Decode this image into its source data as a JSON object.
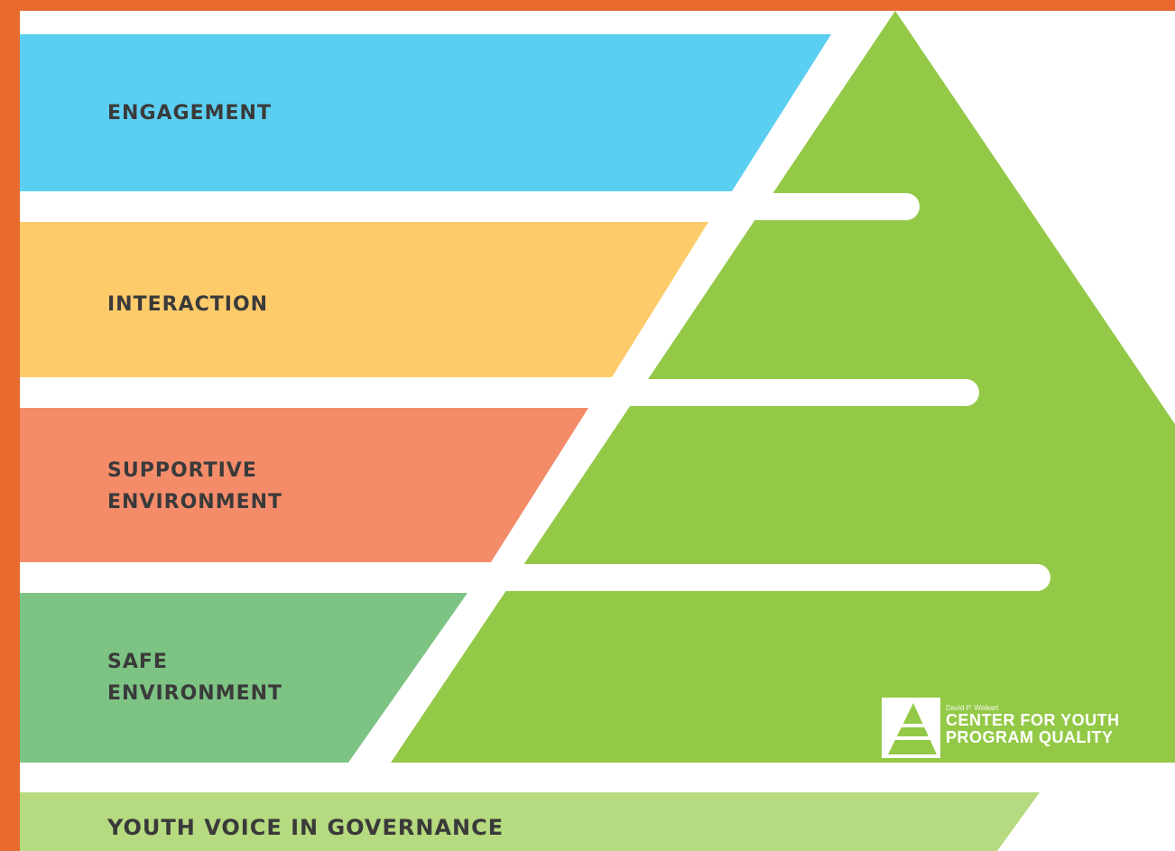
{
  "pyramid": {
    "levels": [
      {
        "id": "engagement",
        "lines": [
          "ENGAGEMENT"
        ],
        "color": "#5bcff2"
      },
      {
        "id": "interaction",
        "lines": [
          "INTERACTION"
        ],
        "color": "#fdcb6a"
      },
      {
        "id": "supportive-environment",
        "lines": [
          "SUPPORTIVE",
          "ENVIRONMENT"
        ],
        "color": "#f48c6a"
      },
      {
        "id": "safe-environment",
        "lines": [
          "SAFE",
          "ENVIRONMENT"
        ],
        "color": "#7dc383"
      }
    ],
    "base": {
      "id": "youth-voice",
      "lines": [
        "YOUTH VOICE IN GOVERNANCE"
      ],
      "color": "#b5da7f"
    },
    "triangle_color": "#93c947"
  },
  "frame": {
    "border_color": "#e86a2e"
  },
  "logo": {
    "small_text": "David P. Weikart",
    "line1": "CENTER FOR YOUTH",
    "line2": "PROGRAM QUALITY",
    "color": "#ffffff"
  }
}
